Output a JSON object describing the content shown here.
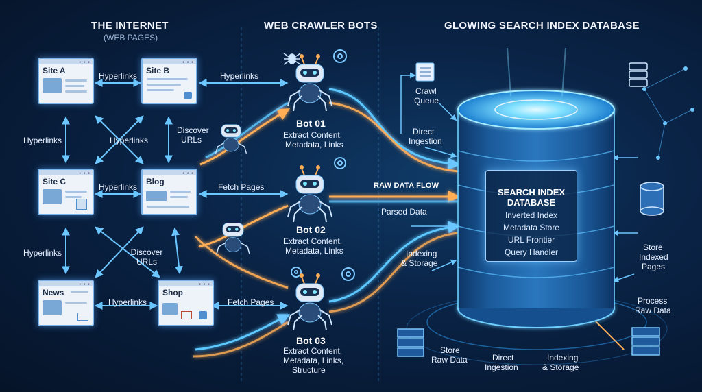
{
  "headings": {
    "internet_title": "THE INTERNET",
    "internet_subtitle": "(WEB PAGES)",
    "bots_title": "WEB CRAWLER BOTS",
    "db_title": "GLOWING SEARCH INDEX DATABASE"
  },
  "sites": {
    "site_a": "Site A",
    "site_b": "Site B",
    "site_c": "Site C",
    "blog": "Blog",
    "news": "News",
    "shop": "Shop"
  },
  "links": {
    "hyperlinks": "Hyperlinks",
    "discover_urls": "Discover URLs",
    "fetch_pages": "Fetch Pages"
  },
  "bots": [
    {
      "title": "Bot 01",
      "desc1": "Extract Content,",
      "desc2": "Metadata, Links",
      "desc3": ""
    },
    {
      "title": "Bot 02",
      "desc1": "Extract Content,",
      "desc2": "Metadata, Links",
      "desc3": ""
    },
    {
      "title": "Bot 03",
      "desc1": "Extract Content,",
      "desc2": "Metadata, Links,",
      "desc3": "Structure"
    }
  ],
  "flows": {
    "crawl_queue": [
      "Crawl",
      "Queue"
    ],
    "direct_ingestion": [
      "Direct",
      "Ingestion"
    ],
    "raw_data_flow": "RAW DATA FLOW",
    "parsed_data": "Parsed Data",
    "indexing_storage": [
      "Indexing",
      "& Storage"
    ],
    "store_raw_data": [
      "Store",
      "Raw Data"
    ],
    "store_indexed_pages": [
      "Store",
      "Indexed",
      "Pages"
    ],
    "process_raw_data": [
      "Process",
      "Raw Data"
    ]
  },
  "database": {
    "title_line1": "SEARCH INDEX",
    "title_line2": "DATABASE",
    "items": [
      "Inverted Index",
      "Metadata Store",
      "URL Frontier",
      "Query Handler"
    ]
  },
  "colors": {
    "accent_blue": "#4fc3ff",
    "accent_orange": "#ff9a3c",
    "background": "#0a2447"
  }
}
